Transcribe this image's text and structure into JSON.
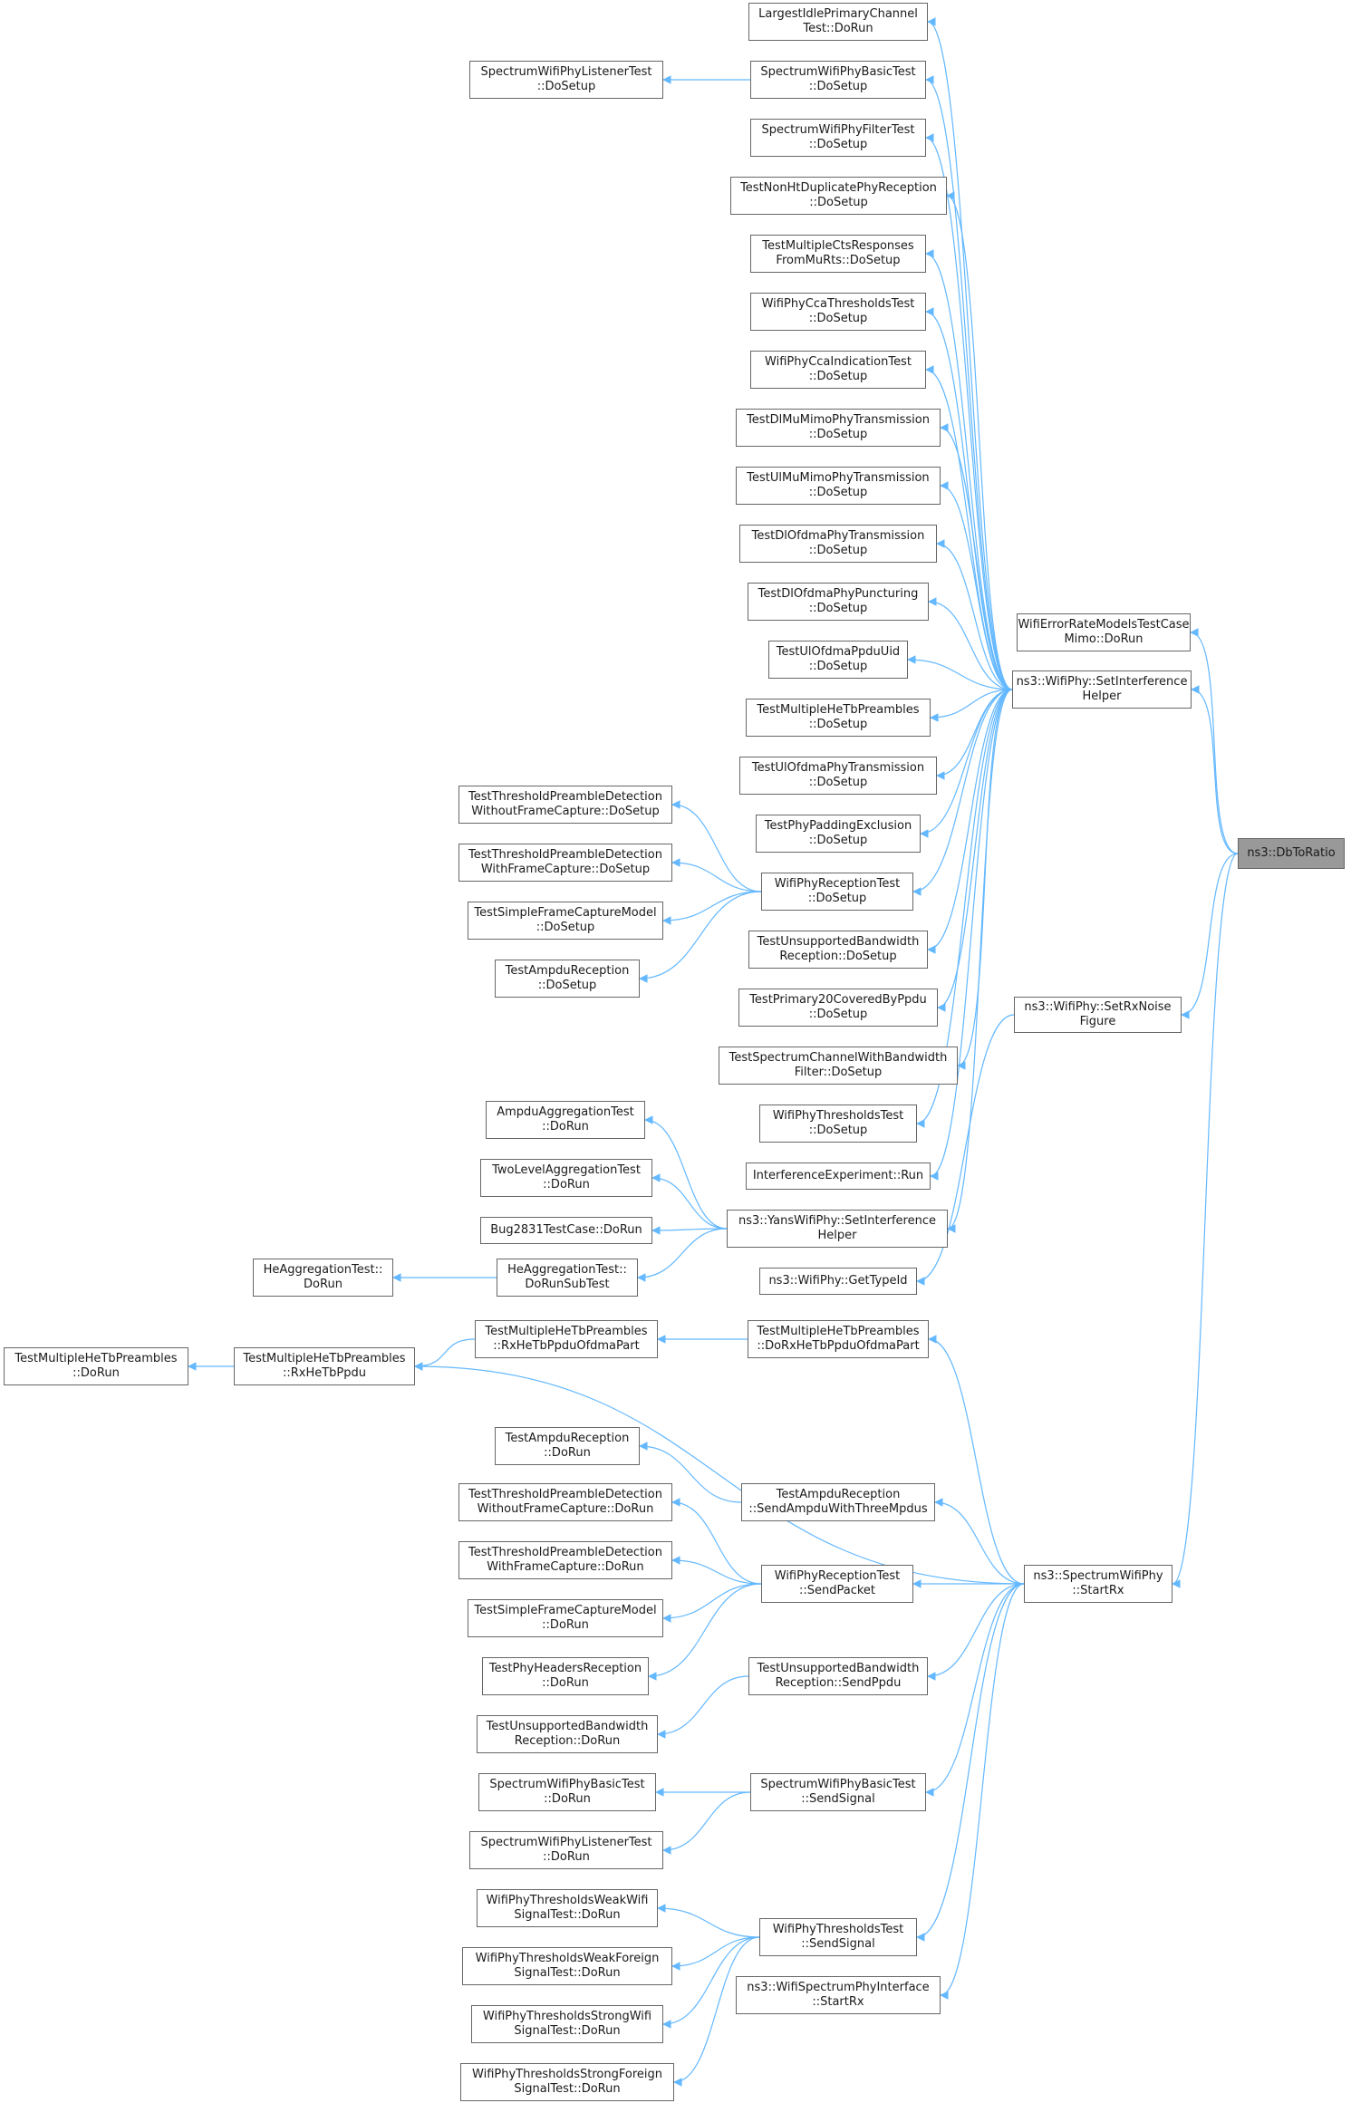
{
  "graph": {
    "type": "caller-graph",
    "edge_color": "#63b8ff",
    "node_border": "#666666",
    "target_fill": "#999999",
    "nodes": [
      {
        "id": "dbtoratio",
        "label": "ns3::DbToRatio",
        "target": true
      },
      {
        "id": "setinterferencehelper",
        "label": "ns3::WifiPhy::SetInterference\nHelper"
      },
      {
        "id": "wifierrorratemimo",
        "label": "WifiErrorRateModelsTestCase\nMimo::DoRun"
      },
      {
        "id": "setrxnoisefigure",
        "label": "ns3::WifiPhy::SetRxNoise\nFigure"
      },
      {
        "id": "spectrumstartrx",
        "label": "ns3::SpectrumWifiPhy\n::StartRx"
      },
      {
        "id": "largestidle",
        "label": "LargestIdlePrimaryChannel\nTest::DoRun"
      },
      {
        "id": "specbasicsetup",
        "label": "SpectrumWifiPhyBasicTest\n::DoSetup"
      },
      {
        "id": "speclistenersetup",
        "label": "SpectrumWifiPhyListenerTest\n::DoSetup"
      },
      {
        "id": "specfiltersetup",
        "label": "SpectrumWifiPhyFilterTest\n::DoSetup"
      },
      {
        "id": "nonhtdup",
        "label": "TestNonHtDuplicatePhyReception\n::DoSetup"
      },
      {
        "id": "multiplects",
        "label": "TestMultipleCtsResponses\nFromMuRts::DoSetup"
      },
      {
        "id": "ccathresholds",
        "label": "WifiPhyCcaThresholdsTest\n::DoSetup"
      },
      {
        "id": "ccaindication",
        "label": "WifiPhyCcaIndicationTest\n::DoSetup"
      },
      {
        "id": "dlmumimo",
        "label": "TestDlMuMimoPhyTransmission\n::DoSetup"
      },
      {
        "id": "ulmumimo",
        "label": "TestUlMuMimoPhyTransmission\n::DoSetup"
      },
      {
        "id": "dlofdmatx",
        "label": "TestDlOfdmaPhyTransmission\n::DoSetup"
      },
      {
        "id": "dlofdmapunct",
        "label": "TestDlOfdmaPhyPuncturing\n::DoSetup"
      },
      {
        "id": "ulofdmappduuid",
        "label": "TestUlOfdmaPpduUid\n::DoSetup"
      },
      {
        "id": "multihetbsetup",
        "label": "TestMultipleHeTbPreambles\n::DoSetup"
      },
      {
        "id": "ulofdmatx",
        "label": "TestUlOfdmaPhyTransmission\n::DoSetup"
      },
      {
        "id": "phypadding",
        "label": "TestPhyPaddingExclusion\n::DoSetup"
      },
      {
        "id": "receptionsetup",
        "label": "WifiPhyReceptionTest\n::DoSetup"
      },
      {
        "id": "tpdwithoutsetup",
        "label": "TestThresholdPreambleDetection\nWithoutFrameCapture::DoSetup"
      },
      {
        "id": "tpdwithsetup",
        "label": "TestThresholdPreambleDetection\nWithFrameCapture::DoSetup"
      },
      {
        "id": "simplecapsetup",
        "label": "TestSimpleFrameCaptureModel\n::DoSetup"
      },
      {
        "id": "ampdurecsetup",
        "label": "TestAmpduReception\n::DoSetup"
      },
      {
        "id": "unsupbwsetup",
        "label": "TestUnsupportedBandwidth\nReception::DoSetup"
      },
      {
        "id": "primary20",
        "label": "TestPrimary20CoveredByPpdu\n::DoSetup"
      },
      {
        "id": "specchannelbw",
        "label": "TestSpectrumChannelWithBandwidth\nFilter::DoSetup"
      },
      {
        "id": "thresholdssetup",
        "label": "WifiPhyThresholdsTest\n::DoSetup"
      },
      {
        "id": "interferenceexp",
        "label": "InterferenceExperiment::Run"
      },
      {
        "id": "yanssetinterference",
        "label": "ns3::YansWifiPhy::SetInterference\nHelper"
      },
      {
        "id": "ampduagg",
        "label": "AmpduAggregationTest\n::DoRun"
      },
      {
        "id": "twolevelagg",
        "label": "TwoLevelAggregationTest\n::DoRun"
      },
      {
        "id": "bug2831",
        "label": "Bug2831TestCase::DoRun"
      },
      {
        "id": "heaggsub",
        "label": "HeAggregationTest::\nDoRunSubTest"
      },
      {
        "id": "heaggrun",
        "label": "HeAggregationTest::\nDoRun"
      },
      {
        "id": "gettypeid",
        "label": "ns3::WifiPhy::GetTypeId"
      },
      {
        "id": "dorxhetbofdma",
        "label": "TestMultipleHeTbPreambles\n::DoRxHeTbPpduOfdmaPart"
      },
      {
        "id": "rxhetbofdma",
        "label": "TestMultipleHeTbPreambles\n::RxHeTbPpduOfdmaPart"
      },
      {
        "id": "rxhetbppdu",
        "label": "TestMultipleHeTbPreambles\n::RxHeTbPpdu"
      },
      {
        "id": "multihetbrun",
        "label": "TestMultipleHeTbPreambles\n::DoRun"
      },
      {
        "id": "ampdurecrun",
        "label": "TestAmpduReception\n::DoRun"
      },
      {
        "id": "sendampdu",
        "label": "TestAmpduReception\n::SendAmpduWithThreeMpdus"
      },
      {
        "id": "tpdwithoutrun",
        "label": "TestThresholdPreambleDetection\nWithoutFrameCapture::DoRun"
      },
      {
        "id": "tpdwithrun",
        "label": "TestThresholdPreambleDetection\nWithFrameCapture::DoRun"
      },
      {
        "id": "recsendpacket",
        "label": "WifiPhyReceptionTest\n::SendPacket"
      },
      {
        "id": "simplecaprun",
        "label": "TestSimpleFrameCaptureModel\n::DoRun"
      },
      {
        "id": "headersrec",
        "label": "TestPhyHeadersReception\n::DoRun"
      },
      {
        "id": "unsupsendppdu",
        "label": "TestUnsupportedBandwidth\nReception::SendPpdu"
      },
      {
        "id": "unsupbwrun",
        "label": "TestUnsupportedBandwidth\nReception::DoRun"
      },
      {
        "id": "specbasicrun",
        "label": "SpectrumWifiPhyBasicTest\n::DoRun"
      },
      {
        "id": "specbasicsend",
        "label": "SpectrumWifiPhyBasicTest\n::SendSignal"
      },
      {
        "id": "speclistenerrun",
        "label": "SpectrumWifiPhyListenerTest\n::DoRun"
      },
      {
        "id": "weakwifi",
        "label": "WifiPhyThresholdsWeakWifi\nSignalTest::DoRun"
      },
      {
        "id": "thresholdssend",
        "label": "WifiPhyThresholdsTest\n::SendSignal"
      },
      {
        "id": "weakforeign",
        "label": "WifiPhyThresholdsWeakForeign\nSignalTest::DoRun"
      },
      {
        "id": "wifispecinterface",
        "label": "ns3::WifiSpectrumPhyInterface\n::StartRx"
      },
      {
        "id": "strongwifi",
        "label": "WifiPhyThresholdsStrongWifi\nSignalTest::DoRun"
      },
      {
        "id": "strongforeign",
        "label": "WifiPhyThresholdsStrongForeign\nSignalTest::DoRun"
      }
    ],
    "edges": [
      [
        "wifierrorratemimo",
        "dbtoratio"
      ],
      [
        "setinterferencehelper",
        "dbtoratio"
      ],
      [
        "setrxnoisefigure",
        "dbtoratio"
      ],
      [
        "spectrumstartrx",
        "dbtoratio"
      ],
      [
        "largestidle",
        "setinterferencehelper"
      ],
      [
        "specbasicsetup",
        "setinterferencehelper"
      ],
      [
        "specfiltersetup",
        "setinterferencehelper"
      ],
      [
        "nonhtdup",
        "setinterferencehelper"
      ],
      [
        "multiplects",
        "setinterferencehelper"
      ],
      [
        "ccathresholds",
        "setinterferencehelper"
      ],
      [
        "ccaindication",
        "setinterferencehelper"
      ],
      [
        "dlmumimo",
        "setinterferencehelper"
      ],
      [
        "ulmumimo",
        "setinterferencehelper"
      ],
      [
        "dlofdmatx",
        "setinterferencehelper"
      ],
      [
        "dlofdmapunct",
        "setinterferencehelper"
      ],
      [
        "ulofdmappduuid",
        "setinterferencehelper"
      ],
      [
        "multihetbsetup",
        "setinterferencehelper"
      ],
      [
        "ulofdmatx",
        "setinterferencehelper"
      ],
      [
        "phypadding",
        "setinterferencehelper"
      ],
      [
        "receptionsetup",
        "setinterferencehelper"
      ],
      [
        "unsupbwsetup",
        "setinterferencehelper"
      ],
      [
        "primary20",
        "setinterferencehelper"
      ],
      [
        "specchannelbw",
        "setinterferencehelper"
      ],
      [
        "thresholdssetup",
        "setinterferencehelper"
      ],
      [
        "interferenceexp",
        "setinterferencehelper"
      ],
      [
        "yanssetinterference",
        "setinterferencehelper"
      ],
      [
        "speclistenersetup",
        "specbasicsetup"
      ],
      [
        "tpdwithoutsetup",
        "receptionsetup"
      ],
      [
        "tpdwithsetup",
        "receptionsetup"
      ],
      [
        "simplecapsetup",
        "receptionsetup"
      ],
      [
        "ampdurecsetup",
        "receptionsetup"
      ],
      [
        "ampduagg",
        "yanssetinterference"
      ],
      [
        "twolevelagg",
        "yanssetinterference"
      ],
      [
        "bug2831",
        "yanssetinterference"
      ],
      [
        "heaggsub",
        "yanssetinterference"
      ],
      [
        "heaggrun",
        "heaggsub"
      ],
      [
        "gettypeid",
        "setrxnoisefigure"
      ],
      [
        "dorxhetbofdma",
        "spectrumstartrx"
      ],
      [
        "rxhetbofdma",
        "dorxhetbofdma"
      ],
      [
        "rxhetbppdu",
        "rxhetbofdma"
      ],
      [
        "rxhetbppdu",
        "spectrumstartrx"
      ],
      [
        "multihetbrun",
        "rxhetbppdu"
      ],
      [
        "ampdurecrun",
        "sendampdu"
      ],
      [
        "sendampdu",
        "spectrumstartrx"
      ],
      [
        "tpdwithoutrun",
        "recsendpacket"
      ],
      [
        "tpdwithrun",
        "recsendpacket"
      ],
      [
        "simplecaprun",
        "recsendpacket"
      ],
      [
        "headersrec",
        "recsendpacket"
      ],
      [
        "recsendpacket",
        "spectrumstartrx"
      ],
      [
        "unsupsendppdu",
        "spectrumstartrx"
      ],
      [
        "unsupbwrun",
        "unsupsendppdu"
      ],
      [
        "specbasicrun",
        "specbasicsend"
      ],
      [
        "speclistenerrun",
        "specbasicsend"
      ],
      [
        "specbasicsend",
        "spectrumstartrx"
      ],
      [
        "weakwifi",
        "thresholdssend"
      ],
      [
        "weakforeign",
        "thresholdssend"
      ],
      [
        "strongwifi",
        "thresholdssend"
      ],
      [
        "strongforeign",
        "thresholdssend"
      ],
      [
        "thresholdssend",
        "spectrumstartrx"
      ],
      [
        "wifispecinterface",
        "spectrumstartrx"
      ]
    ]
  }
}
